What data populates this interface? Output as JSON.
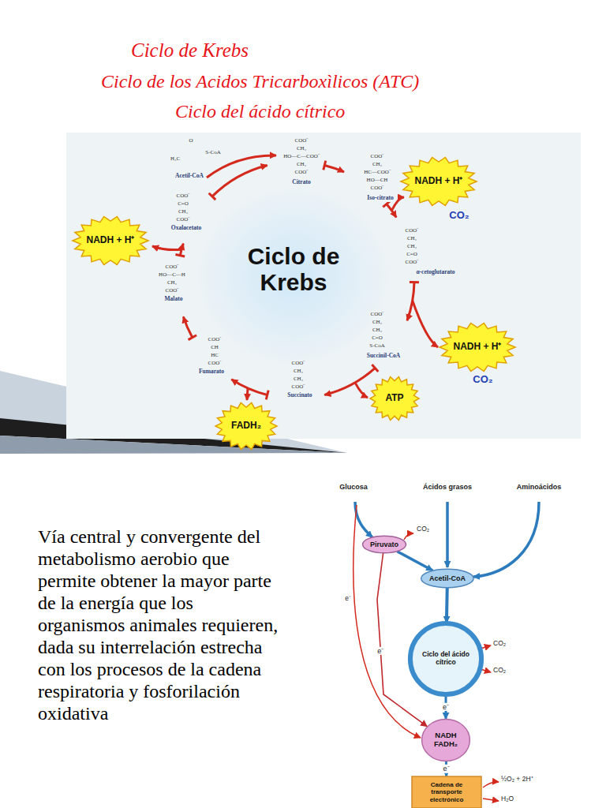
{
  "diagram": {
    "title": "Ciclo de Krebs",
    "nodes": [
      {
        "text": [
          "NADH + H⁺"
        ]
      },
      {
        "text": [
          "NADH + H⁺"
        ]
      },
      {
        "text": [
          "NADH + H⁺"
        ]
      },
      {
        "text": [
          "ATP"
        ]
      },
      {
        "text": [
          "FADH₂"
        ]
      },
      {
        "text": [
          "Piruvato"
        ]
      },
      {
        "text": [
          "Acetil-CoA"
        ]
      },
      {
        "text": [
          "Ciclo del ácido cítrico"
        ]
      },
      {
        "text": [
          "NADH FADH₂"
        ]
      },
      {
        "text": [
          "Cadena de transporte electrónico"
        ]
      }
    ],
    "edges": [
      {
        "from": 5,
        "to": 6,
        "arrow": "to"
      },
      {
        "from": 6,
        "to": 7,
        "arrow": "to"
      },
      {
        "from": 7,
        "to": 8,
        "label": "e⁻",
        "arrow": "to"
      },
      {
        "from": 8,
        "to": 9,
        "label": "e⁻",
        "arrow": "to"
      },
      {
        "from": 5,
        "to": 8,
        "label": "e⁻",
        "arrow": "to"
      }
    ],
    "labels": [
      "Ciclo de los Acidos Tricarboxìlicos (ATC)",
      "Ciclo del ácido cítrico",
      "O",
      "H₃C",
      "S-CoA",
      "Acetil-CoA",
      "COO⁻",
      "CH₂",
      "HO—C—COO⁻",
      "CH₂",
      "COO⁻",
      "Citrato",
      "COO⁻",
      "CH₂",
      "HC—COO⁻",
      "HO—CH",
      "COO⁻",
      "Iso-citrato",
      "COO⁻",
      "CH₂",
      "CH₂",
      "C=O",
      "COO⁻",
      "α-cetoglutarato",
      "COO⁻",
      "CH₂",
      "CH₂",
      "C=O",
      "S-CoA",
      "Succinil-CoA",
      "COO⁻",
      "CH₂",
      "CH₂",
      "COO⁻",
      "Succinato",
      "COO⁻",
      "CH",
      "HC",
      "COO⁻",
      "Fumarato",
      "COO⁻",
      "HO—C—H",
      "CH₂",
      "COO⁻",
      "Malato",
      "COO⁻",
      "C=O",
      "CH₂",
      "COO⁻",
      "Oxalacetato",
      "Ciclo de Krebs",
      "CO₂",
      "CO₂",
      "Vía central y convergente del metabolismo aerobio que permite obtener la mayor parte de la energía que los organismos animales requieren, dada su interrelación estrecha con los procesos de la cadena respiratoria y fosforilación oxidativa",
      "Glucosa",
      "Ácidos grasos",
      "Aminoácidos",
      "CO₂",
      "e⁻",
      "CO₂",
      "CO₂",
      "½O₂ + 2H⁺",
      "H₂O"
    ]
  }
}
